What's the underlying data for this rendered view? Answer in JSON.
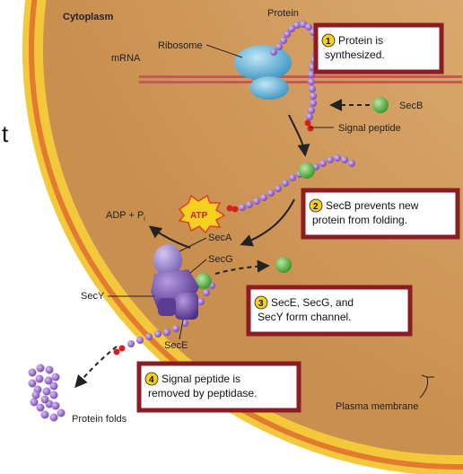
{
  "left_edge_glyph": "t",
  "labels": {
    "cytoplasm": "Cytoplasm",
    "protein": "Protein",
    "ribosome": "Ribosome",
    "mrna": "mRNA",
    "secb": "SecB",
    "signal_peptide": "Signal peptide",
    "adp": "ADP + P",
    "adp_sub": "i",
    "atp": "ATP",
    "seca": "SecA",
    "secg": "SecG",
    "secy": "SecY",
    "sece": "SecE",
    "protein_folds": "Protein folds",
    "plasma_membrane": "Plasma membrane"
  },
  "steps": [
    {
      "number": "1",
      "lines": [
        "Protein is",
        "synthesized."
      ]
    },
    {
      "number": "2",
      "lines": [
        "SecB prevents new",
        "protein from folding."
      ]
    },
    {
      "number": "3",
      "lines": [
        "SecE, SecG, and",
        "SecY form channel."
      ]
    },
    {
      "number": "4",
      "lines": [
        "Signal peptide is",
        "removed by peptidase."
      ]
    }
  ],
  "colors": {
    "cytoplasm": "#d9a86a",
    "membrane_outer": "#f2c230",
    "membrane_line": "#e06a2a",
    "box_border": "#8b1c24",
    "number_badge": "#f5d020",
    "bead": "#9a6ad0",
    "secb": "#5cb54a",
    "ribosome": "#66b8dc",
    "mrna": "#d46a6a",
    "channel": "#6a4aa0",
    "signal_peptide": "#d42020"
  }
}
